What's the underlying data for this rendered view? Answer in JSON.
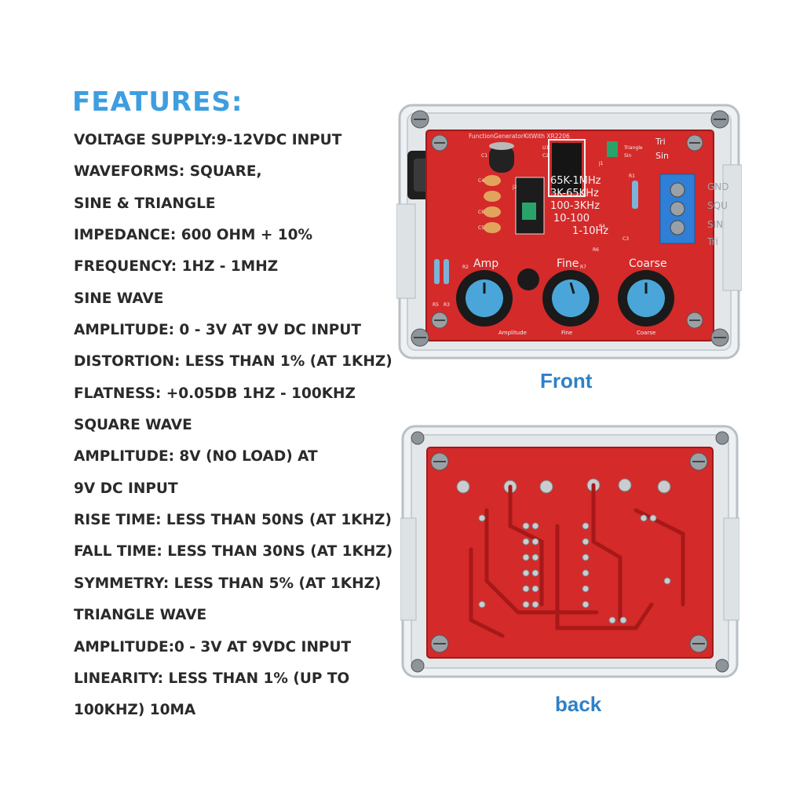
{
  "features": {
    "title": "FEATURES:",
    "items": [
      "VOLTAGE SUPPLY:9-12VDC INPUT",
      "WAVEFORMS: SQUARE,",
      "SINE & TRIANGLE",
      "IMPEDANCE: 600 OHM + 10%",
      "FREQUENCY: 1HZ - 1MHZ",
      "SINE WAVE",
      "AMPLITUDE: 0 - 3V AT 9V DC INPUT",
      "DISTORTION: LESS THAN 1% (AT 1KHZ)",
      "FLATNESS: +0.05DB 1HZ - 100KHZ",
      "SQUARE WAVE",
      "AMPLITUDE: 8V (NO LOAD) AT",
      "9V DC INPUT",
      "RISE TIME: LESS THAN 50NS (AT 1KHZ)",
      "FALL TIME: LESS THAN 30NS (AT 1KHZ)",
      "SYMMETRY: LESS THAN 5% (AT 1KHZ)",
      "TRIANGLE WAVE",
      "AMPLITUDE:0 - 3V AT 9VDC INPUT",
      "LINEARITY: LESS THAN 1% (UP TO",
      "100KHZ) 10MA"
    ]
  },
  "front": {
    "caption": "Front",
    "board_label": "FunctionGeneratorKitWith XR2206",
    "range_labels": [
      "65K-1MHz",
      "3K-65KHz",
      "100-3KHz",
      "10-100",
      "1-10Hz"
    ],
    "wave_labels": [
      "Tri",
      "Sin"
    ],
    "jumper_labels": [
      "Triangle",
      "Sin"
    ],
    "terminal_labels": [
      "GND",
      "SQU",
      "SIN",
      "Tri"
    ],
    "knob_labels": [
      "Amp",
      "Fine",
      "Coarse"
    ],
    "bottom_labels": [
      "Amplitude",
      "Fine",
      "Coarse"
    ],
    "component_labels": [
      "C1",
      "U1",
      "C2",
      "C4",
      "C6",
      "C5",
      "R1",
      "R2",
      "R3",
      "R4",
      "R5",
      "R6",
      "R7",
      "C3",
      "J1",
      "J2"
    ]
  },
  "back": {
    "caption": "back"
  },
  "colors": {
    "title_blue": "#3d9ee0",
    "caption_blue": "#2f80c8",
    "pcb_red": "#d42a2a",
    "knob_blue": "#4aa6d8",
    "text_dark": "#2a2a2a"
  }
}
